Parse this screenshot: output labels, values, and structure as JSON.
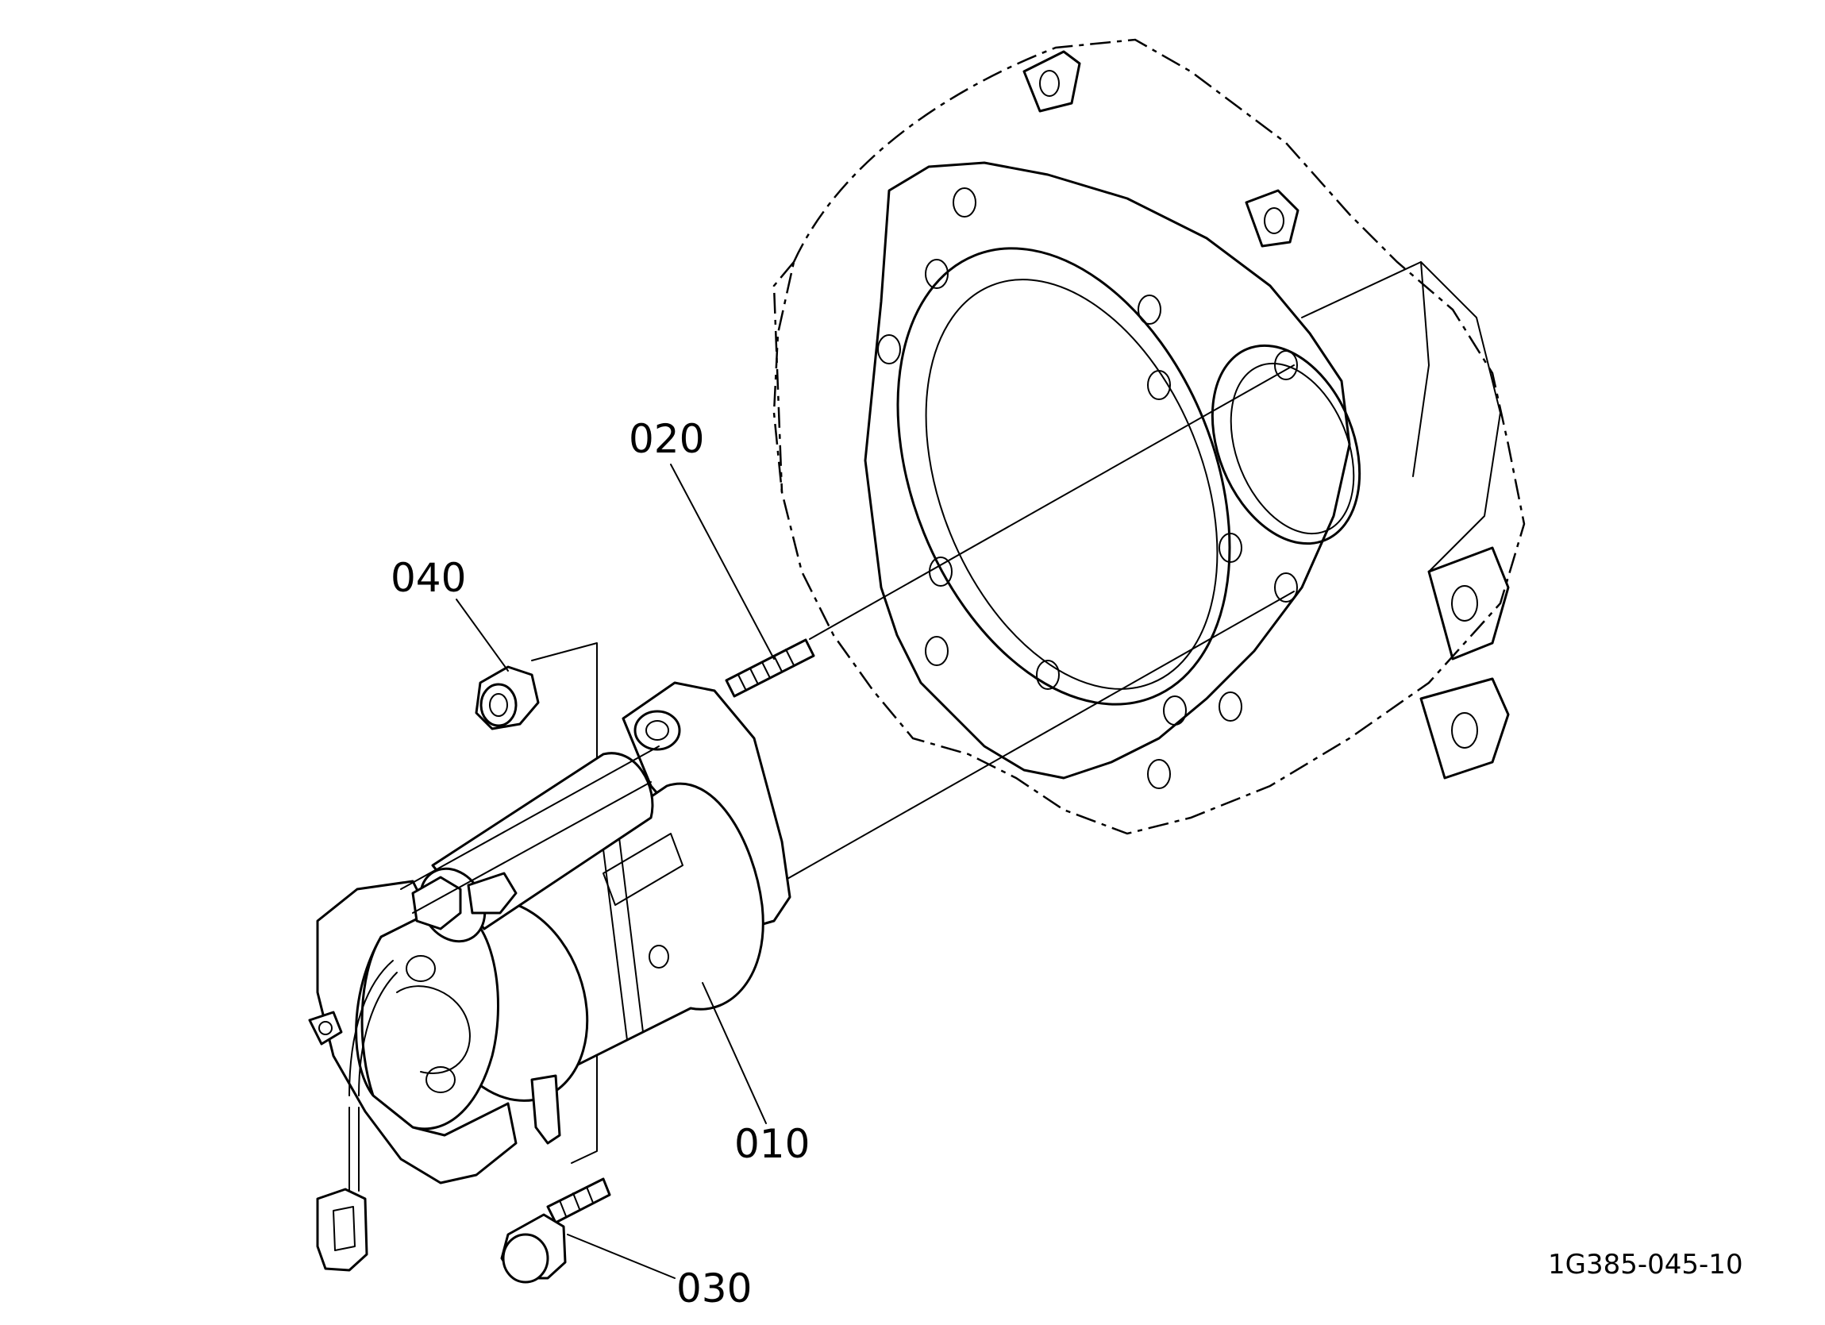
{
  "labels": {
    "p010": "010",
    "p020": "020",
    "p030": "030",
    "p040": "040"
  },
  "drawing_code": "1G385-045-10"
}
